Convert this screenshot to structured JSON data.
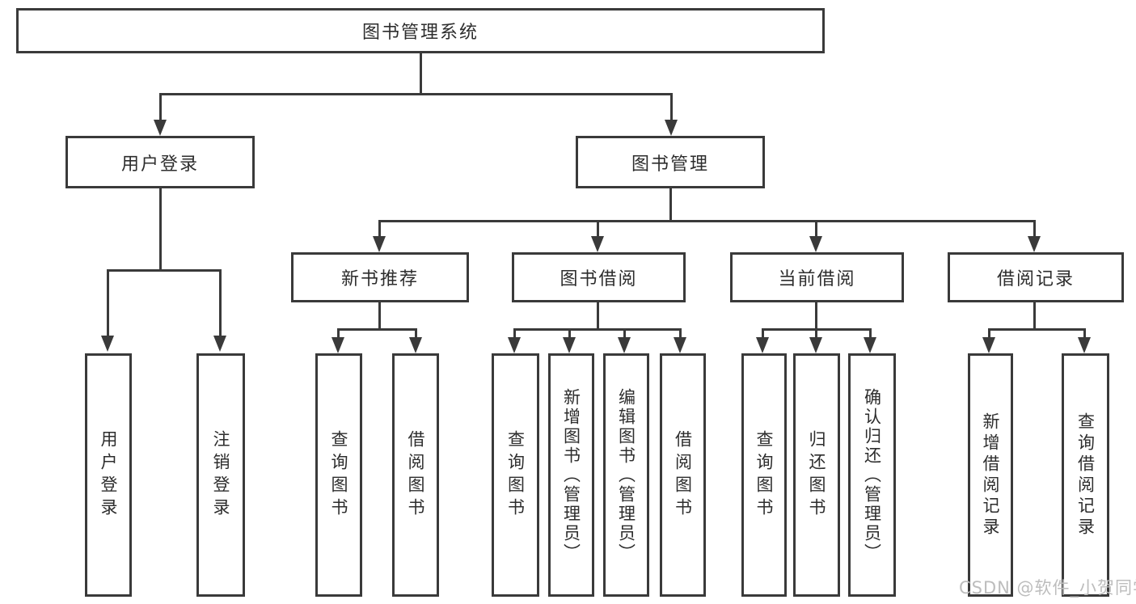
{
  "colors": {
    "line": "#3a3a3a",
    "text": "#2d2d2d",
    "background": "#ffffff",
    "watermark": "#bdbdbd"
  },
  "watermark": {
    "text": "CSDN @软件_小贺同学"
  },
  "diagram": {
    "root": {
      "label": "图书管理系统"
    },
    "branches": [
      {
        "label": "用户登录",
        "children": [
          {
            "label": "用户登录"
          },
          {
            "label": "注销登录"
          }
        ]
      },
      {
        "label": "图书管理",
        "children": [
          {
            "label": "新书推荐",
            "children": [
              {
                "label": "查询图书"
              },
              {
                "label": "借阅图书"
              }
            ]
          },
          {
            "label": "图书借阅",
            "children": [
              {
                "label": "查询图书"
              },
              {
                "label": "新增图书（管理员）"
              },
              {
                "label": "编辑图书（管理员）"
              },
              {
                "label": "借阅图书"
              }
            ]
          },
          {
            "label": "当前借阅",
            "children": [
              {
                "label": "查询图书"
              },
              {
                "label": "归还图书"
              },
              {
                "label": "确认归还（管理员）"
              }
            ]
          },
          {
            "label": "借阅记录",
            "children": [
              {
                "label": "新增借阅记录"
              },
              {
                "label": "查询借阅记录"
              }
            ]
          }
        ]
      }
    ]
  }
}
